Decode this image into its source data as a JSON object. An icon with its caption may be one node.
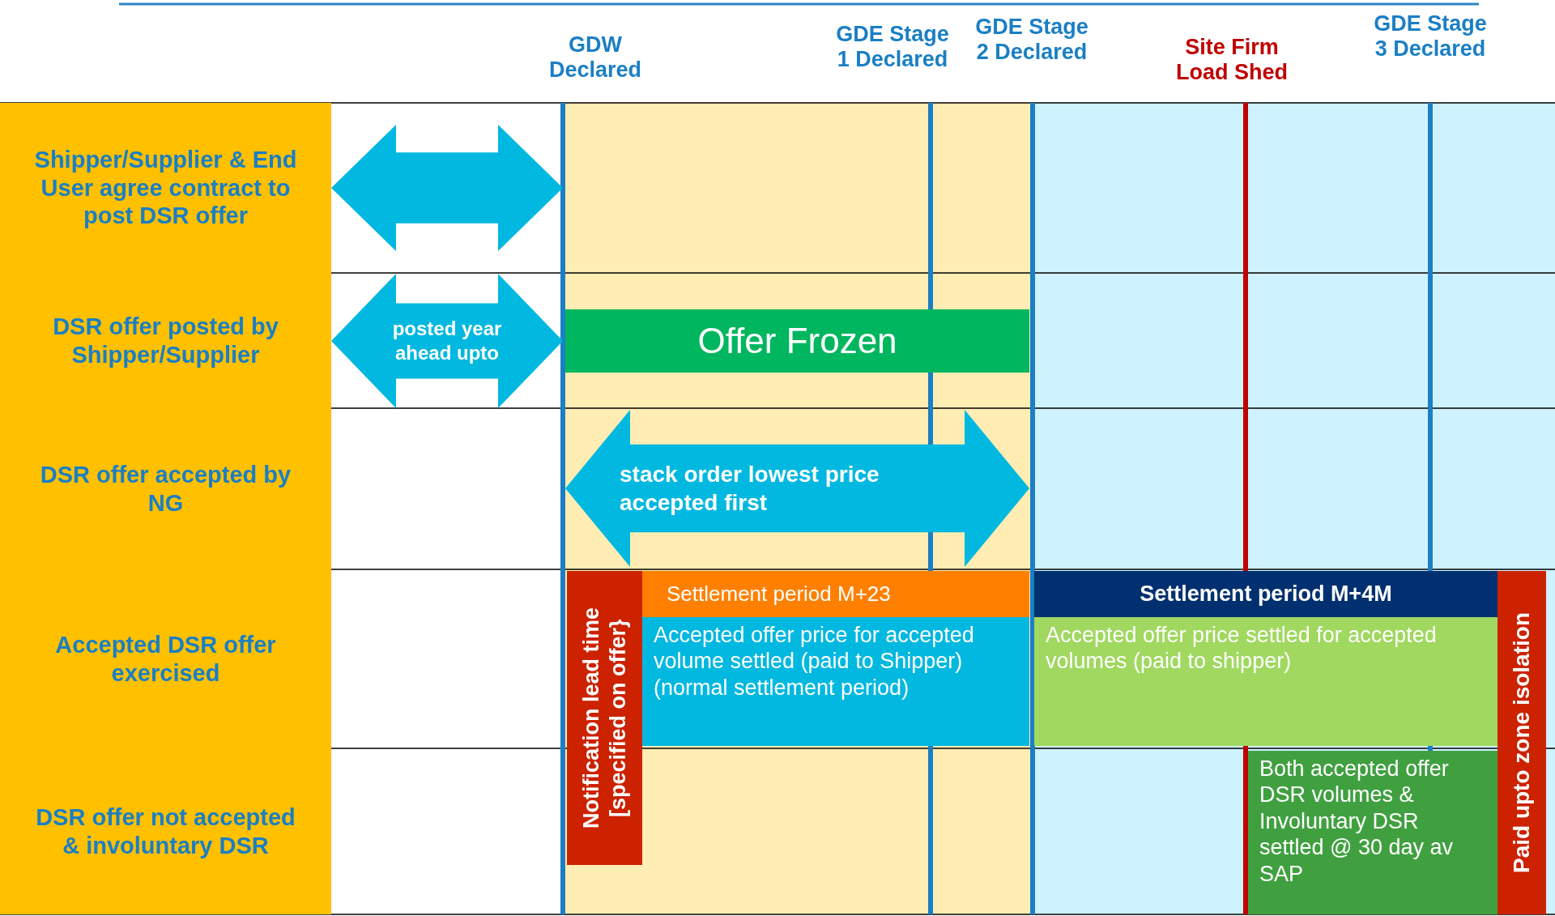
{
  "diagram": {
    "nodes": [
      {
        "text": [
          "Shipper/Supplier & End User agree contract to post DSR offer"
        ]
      },
      {
        "text": [],
        "shape": "arrow"
      },
      {
        "text": [
          "DSR offer posted by Shipper/Supplier"
        ]
      },
      {
        "text": [
          "posted year ahead  upto"
        ]
      },
      {
        "text": [
          "Offer Frozen"
        ]
      },
      {
        "text": [
          "DSR offer accepted by NG"
        ]
      },
      {
        "text": [
          "stack order lowest price accepted first"
        ]
      },
      {
        "text": [
          "Accepted DSR offer exercised"
        ]
      },
      {
        "text": [
          "Notification lead time [specified on offer}"
        ]
      },
      {
        "text": [
          "Settlement period M+23"
        ]
      },
      {
        "text": [
          "Accepted offer price for accepted volume settled  (paid to Shipper) (normal settlement period)"
        ]
      },
      {
        "text": [
          "Settlement period M+4M"
        ]
      },
      {
        "text": [
          "Accepted offer price settled for accepted volumes (paid to shipper)"
        ]
      },
      {
        "text": [
          "Paid upto zone isolation"
        ]
      },
      {
        "text": [
          "DSR offer not accepted & involuntary DSR"
        ]
      },
      {
        "text": [
          "Both accepted offer DSR volumes & Involuntary DSR settled @ 30 day av SAP"
        ]
      }
    ],
    "labels": [
      "GDW Declared",
      "GDE Stage 1 Declared",
      "GDE Stage 2 Declared",
      "Site Firm Load Shed",
      "GDE Stage 3 Declared"
    ]
  }
}
